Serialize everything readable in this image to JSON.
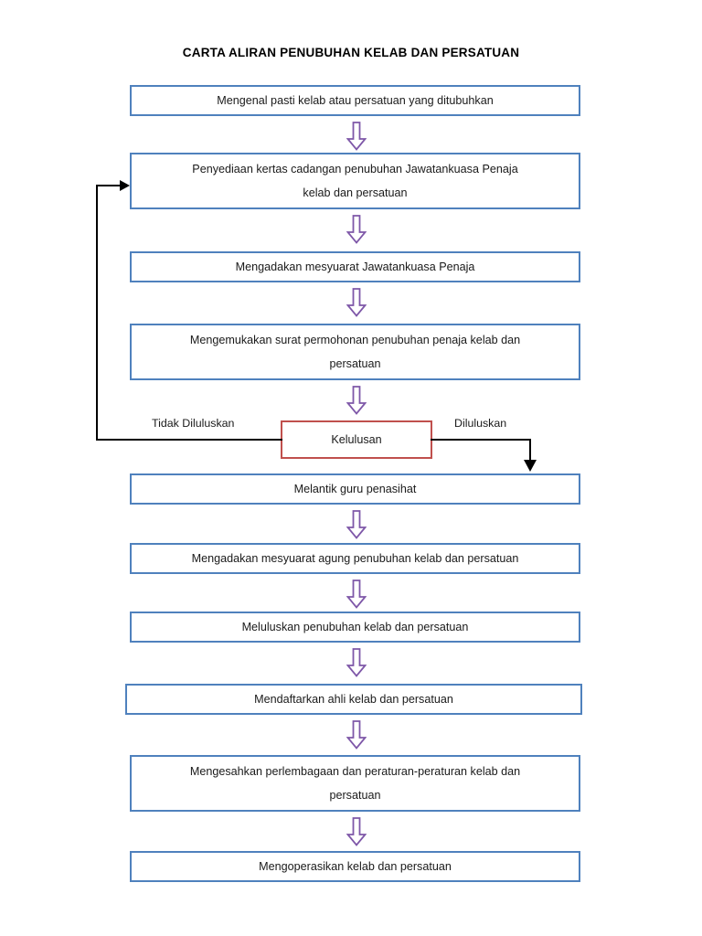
{
  "chart_data": {
    "type": "diagram",
    "diagram_type": "flowchart",
    "title": "CARTA ALIRAN PENUBUHAN KELAB DAN PERSATUAN",
    "orientation": "top-to-bottom",
    "colors": {
      "process_border": "#4f81bd",
      "decision_border": "#c0504d",
      "arrow_stroke": "#7e57a8",
      "arrow_fill": "#ffffff",
      "connector": "#000000",
      "text": "#1a1a1a",
      "background": "#ffffff"
    },
    "nodes": [
      {
        "id": "n1",
        "shape": "process",
        "label": "Mengenal pasti kelab atau persatuan yang ditubuhkan",
        "lines": 1
      },
      {
        "id": "n2",
        "shape": "process",
        "label": "Penyediaan kertas cadangan penubuhan Jawatankuasa Penaja\nkelab dan persatuan",
        "lines": 2
      },
      {
        "id": "n3",
        "shape": "process",
        "label": "Mengadakan mesyuarat Jawatankuasa Penaja",
        "lines": 1
      },
      {
        "id": "n4",
        "shape": "process",
        "label": "Mengemukakan surat permohonan penubuhan penaja kelab dan\npersatuan",
        "lines": 2
      },
      {
        "id": "n5",
        "shape": "decision",
        "label": "Kelulusan",
        "lines": 1
      },
      {
        "id": "n6",
        "shape": "process",
        "label": "Melantik guru penasihat",
        "lines": 1
      },
      {
        "id": "n7",
        "shape": "process",
        "label": "Mengadakan mesyuarat agung penubuhan kelab dan persatuan",
        "lines": 1
      },
      {
        "id": "n8",
        "shape": "process",
        "label": "Meluluskan penubuhan kelab dan persatuan",
        "lines": 1
      },
      {
        "id": "n9",
        "shape": "process",
        "label": "Mendaftarkan ahli kelab dan persatuan",
        "lines": 1
      },
      {
        "id": "n10",
        "shape": "process",
        "label": "Mengesahkan perlembagaan dan peraturan-peraturan kelab dan\npersatuan",
        "lines": 2
      },
      {
        "id": "n11",
        "shape": "process",
        "label": "Mengoperasikan kelab dan persatuan",
        "lines": 1
      }
    ],
    "edges": [
      {
        "from": "n1",
        "to": "n2",
        "style": "block-arrow",
        "label": ""
      },
      {
        "from": "n2",
        "to": "n3",
        "style": "block-arrow",
        "label": ""
      },
      {
        "from": "n3",
        "to": "n4",
        "style": "block-arrow",
        "label": ""
      },
      {
        "from": "n4",
        "to": "n5",
        "style": "block-arrow",
        "label": ""
      },
      {
        "from": "n5",
        "to": "n2",
        "style": "line",
        "label": "Tidak Diluluskan",
        "direction": "left-up-loop"
      },
      {
        "from": "n5",
        "to": "n6",
        "style": "line",
        "label": "Diluluskan",
        "direction": "right-down"
      },
      {
        "from": "n6",
        "to": "n7",
        "style": "block-arrow",
        "label": ""
      },
      {
        "from": "n7",
        "to": "n8",
        "style": "block-arrow",
        "label": ""
      },
      {
        "from": "n8",
        "to": "n9",
        "style": "block-arrow",
        "label": ""
      },
      {
        "from": "n9",
        "to": "n10",
        "style": "block-arrow",
        "label": ""
      },
      {
        "from": "n10",
        "to": "n11",
        "style": "block-arrow",
        "label": ""
      }
    ],
    "branch_labels": {
      "reject": "Tidak Diluluskan",
      "approve": "Diluluskan"
    }
  },
  "title": "CARTA ALIRAN PENUBUHAN KELAB DAN PERSATUAN",
  "nodes": {
    "n1": "Mengenal pasti kelab atau persatuan yang ditubuhkan",
    "n2": "Penyediaan kertas cadangan penubuhan Jawatankuasa Penaja\nkelab dan persatuan",
    "n3": "Mengadakan mesyuarat Jawatankuasa Penaja",
    "n4": "Mengemukakan surat permohonan penubuhan penaja kelab dan\npersatuan",
    "n5": "Kelulusan",
    "n6": "Melantik guru penasihat",
    "n7": "Mengadakan mesyuarat agung penubuhan kelab dan persatuan",
    "n8": "Meluluskan penubuhan kelab dan persatuan",
    "n9": "Mendaftarkan ahli kelab dan persatuan",
    "n10": "Mengesahkan perlembagaan dan peraturan-peraturan kelab dan\npersatuan",
    "n11": "Mengoperasikan kelab dan persatuan"
  },
  "labels": {
    "reject": "Tidak Diluluskan",
    "approve": "Diluluskan"
  }
}
